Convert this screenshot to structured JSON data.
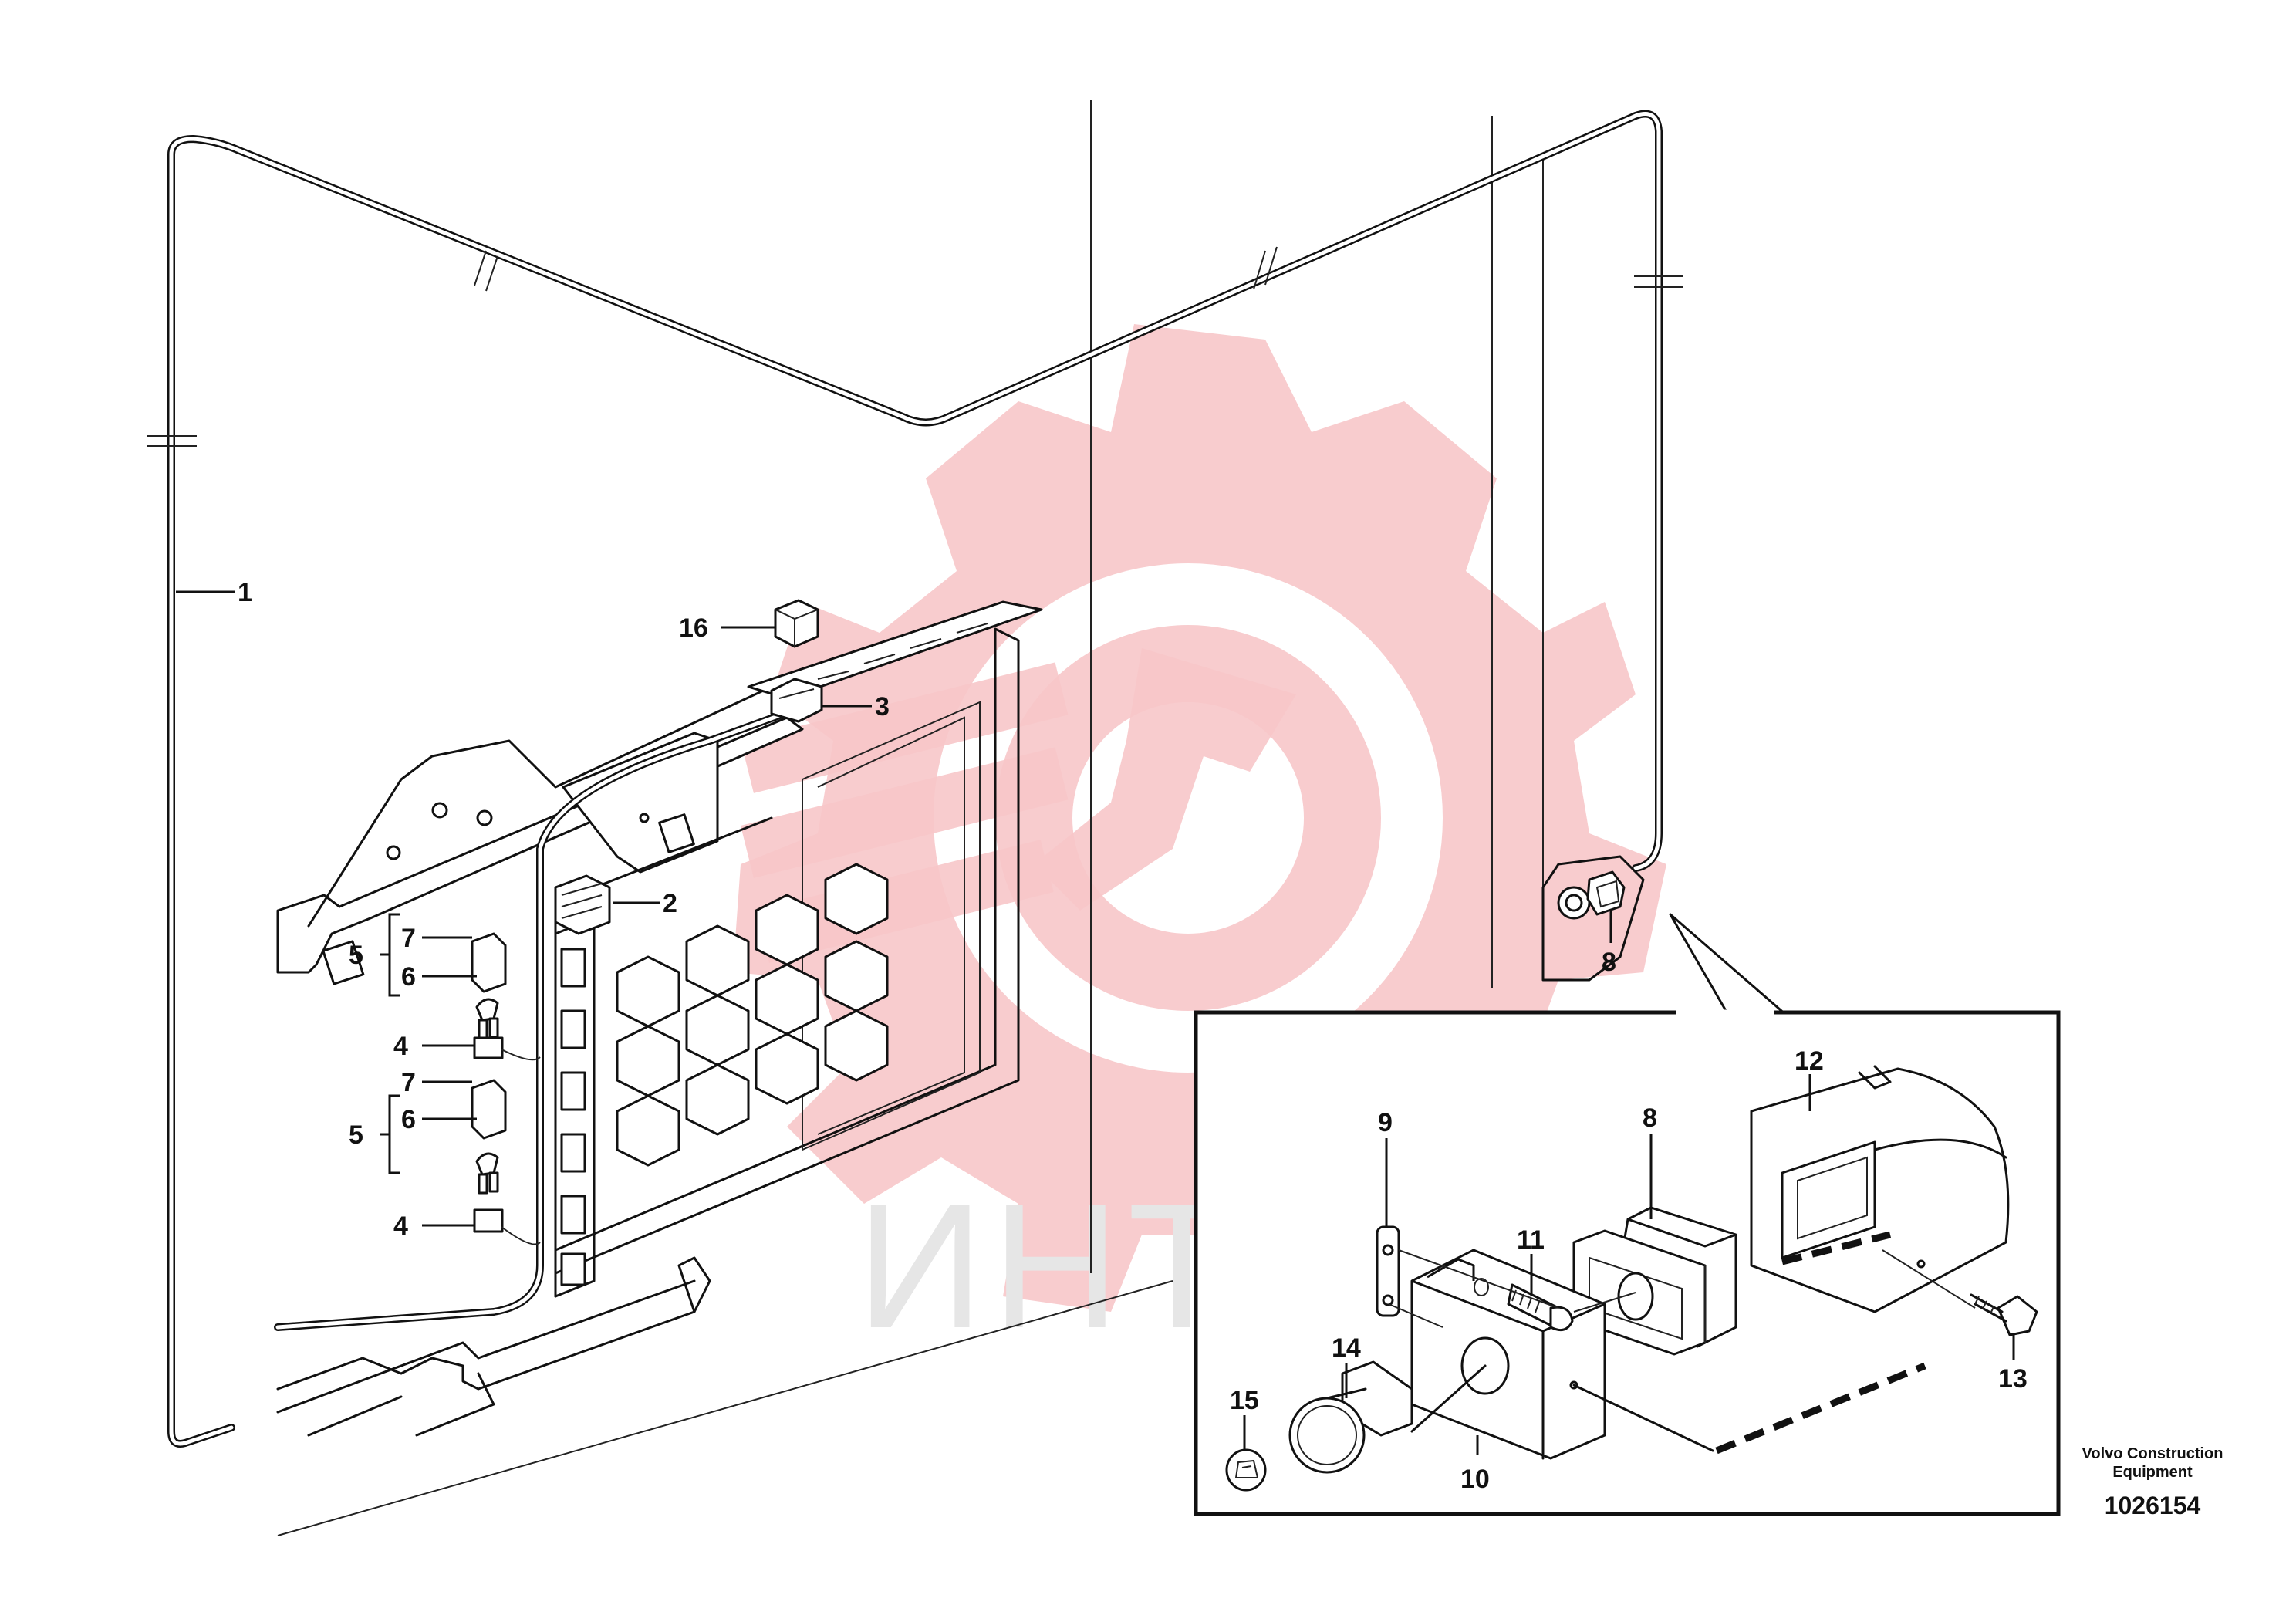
{
  "callouts": {
    "c1": "1",
    "c2": "2",
    "c3": "3",
    "c4a": "4",
    "c4b": "4",
    "c5a": "5",
    "c5b": "5",
    "c6a": "6",
    "c6b": "6",
    "c7a": "7",
    "c7b": "7",
    "c8": "8",
    "c8_detail": "8",
    "c9": "9",
    "c10": "10",
    "c11": "11",
    "c12": "12",
    "c13": "13",
    "c14": "14",
    "c15": "15",
    "c16": "16"
  },
  "caption": {
    "line1": "Volvo Construction",
    "line2": "Equipment",
    "number": "1026154"
  },
  "watermark": {
    "text": "ИНТЕХ",
    "color": "#f7c7c9"
  },
  "colors": {
    "line": "#111111",
    "watermark_gear": "#f7c7c9",
    "watermark_text": "#e6e6e6"
  }
}
